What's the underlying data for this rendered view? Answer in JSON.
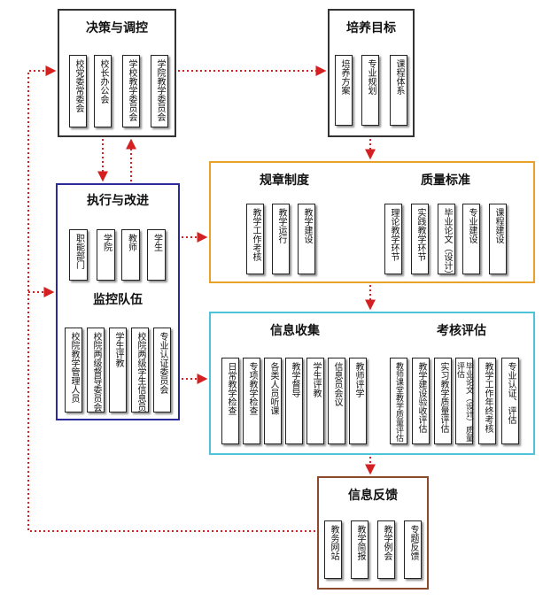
{
  "colors": {
    "connector": "#d42020",
    "blue_frame": "#2a2a9a",
    "orange_frame": "#e8a22a",
    "cyan_frame": "#4fc3d9",
    "brown_frame": "#8b4a2b",
    "black_frame": "#333333"
  },
  "decision": {
    "title": "决策与调控",
    "items": [
      "校党委常委会",
      "校长办公会",
      "学校教学委员会",
      "学院教学委员会"
    ]
  },
  "goals": {
    "title": "培养目标",
    "items": [
      "培养方案",
      "专业规划",
      "课程体系"
    ]
  },
  "execution": {
    "title": "执行与改进",
    "items": [
      "职能部门",
      "学院",
      "教师",
      "学生"
    ]
  },
  "monitor": {
    "title": "监控队伍",
    "items": [
      "校院教学管理人员",
      "校院两级督导委员会",
      "学生评教",
      "校院两级学生信息员",
      "专业认证委员会"
    ]
  },
  "rules": {
    "title": "规章制度",
    "items": [
      "教学工作考核",
      "教学运行",
      "教学建设"
    ]
  },
  "quality": {
    "title": "质量标准",
    "items": [
      "理论教学环节",
      "实践教学环节",
      "毕业论文（设计）",
      "专业建设",
      "课程建设"
    ]
  },
  "info_collect": {
    "title": "信息收集",
    "items": [
      "日常教学检查",
      "专项教学检查",
      "各类人员听课",
      "教学督导",
      "学生评教",
      "信息员会议",
      "教师评学"
    ]
  },
  "assessment": {
    "title": "考核评估",
    "items": [
      "教师课堂教学质量评估",
      "教学建设验收评估",
      "实习教学质量评估",
      "毕业论文（设计）质量评估",
      "教学工作年终考核",
      "专业认证、评估"
    ]
  },
  "feedback": {
    "title": "信息反馈",
    "items": [
      "教务网站",
      "教学简报",
      "教学例会",
      "专题反馈"
    ]
  }
}
